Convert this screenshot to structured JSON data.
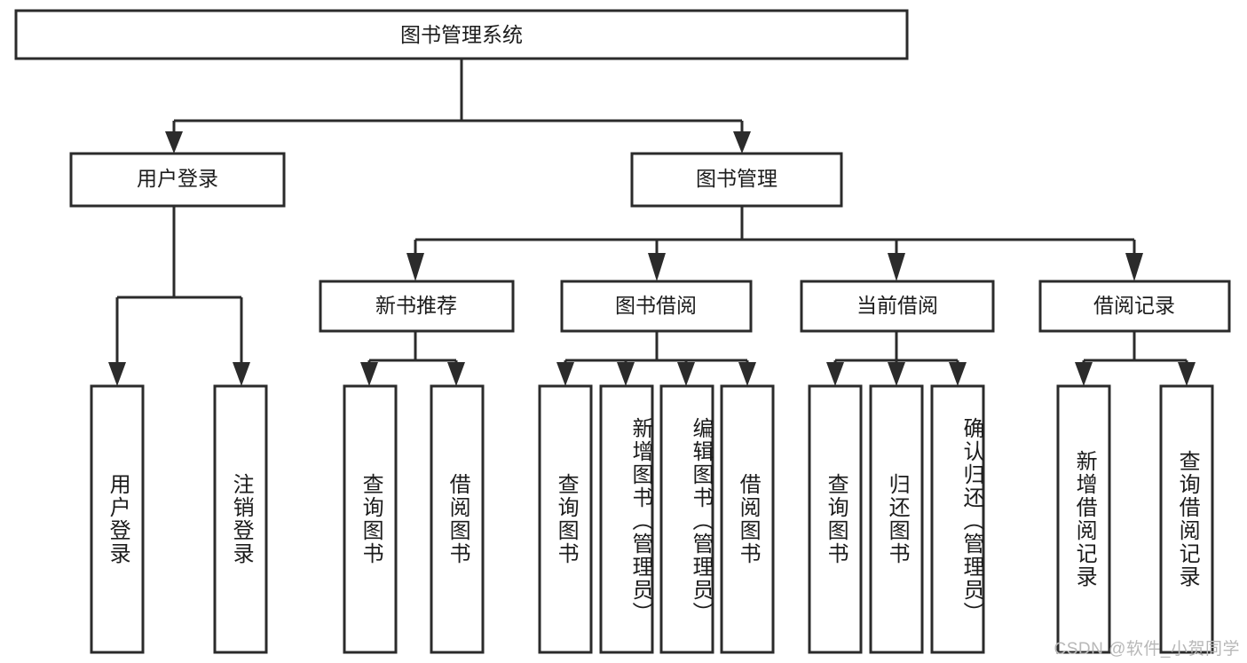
{
  "diagram": {
    "type": "tree-hierarchy",
    "title": "图书管理系统",
    "watermark": "CSDN @软件_小贺同学",
    "colors": {
      "stroke": "#2b2b2b",
      "fill": "#ffffff",
      "text": "#1c1c1c",
      "watermark": "#b8b8b8",
      "background": "#ffffff"
    },
    "levels": {
      "root": {
        "label": "图书管理系统"
      },
      "level2": [
        {
          "label": "用户登录"
        },
        {
          "label": "图书管理"
        }
      ],
      "level3": [
        {
          "label": "新书推荐"
        },
        {
          "label": "图书借阅"
        },
        {
          "label": "当前借阅"
        },
        {
          "label": "借阅记录"
        }
      ],
      "leaves": [
        {
          "label": "用户登录",
          "parent": "用户登录"
        },
        {
          "label": "注销登录",
          "parent": "用户登录"
        },
        {
          "label": "查询图书",
          "parent": "新书推荐"
        },
        {
          "label": "借阅图书",
          "parent": "新书推荐"
        },
        {
          "label": "查询图书",
          "parent": "图书借阅"
        },
        {
          "label": "新增图书（管理员）",
          "parent": "图书借阅"
        },
        {
          "label": "编辑图书（管理员）",
          "parent": "图书借阅"
        },
        {
          "label": "借阅图书",
          "parent": "图书借阅"
        },
        {
          "label": "查询图书",
          "parent": "当前借阅"
        },
        {
          "label": "归还图书",
          "parent": "当前借阅"
        },
        {
          "label": "确认归还（管理员）",
          "parent": "当前借阅"
        },
        {
          "label": "新增借阅记录",
          "parent": "借阅记录"
        },
        {
          "label": "查询借阅记录",
          "parent": "借阅记录"
        }
      ]
    },
    "node_text": {
      "root": "图书管理系统",
      "n_user_login": "用户登录",
      "n_book_mgmt": "图书管理",
      "n_new_book_rec": "新书推荐",
      "n_book_borrow": "图书借阅",
      "n_current_borrow": "当前借阅",
      "n_borrow_record": "借阅记录",
      "leaf_user_login": "用户登录",
      "leaf_logout": "注销登录",
      "leaf_query_book_1": "查询图书",
      "leaf_borrow_book_1": "借阅图书",
      "leaf_query_book_2": "查询图书",
      "leaf_add_book": "新增图书（管理员）",
      "leaf_edit_book": "编辑图书（管理员）",
      "leaf_borrow_book_2": "借阅图书",
      "leaf_query_book_3": "查询图书",
      "leaf_return_book": "归还图书",
      "leaf_confirm_return": "确认归还（管理员）",
      "leaf_add_record": "新增借阅记录",
      "leaf_query_record": "查询借阅记录"
    }
  }
}
